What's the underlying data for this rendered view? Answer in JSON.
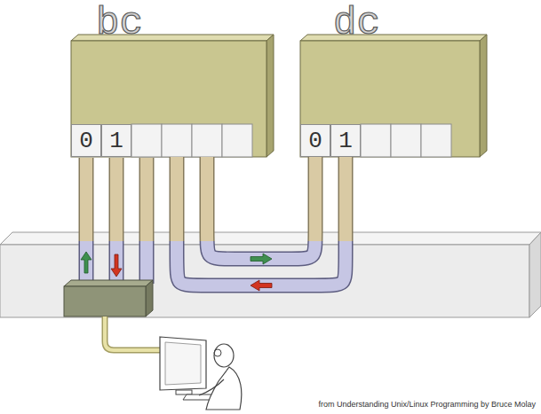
{
  "diagram": {
    "caption": "from Understanding Unix/Linux Programming by Bruce Molay",
    "nodes": [
      {
        "text": [
          "bc"
        ]
      },
      {
        "text": [
          "0"
        ],
        "in": 0
      },
      {
        "text": [
          "1"
        ],
        "in": 0
      },
      {
        "text": [
          "dc"
        ]
      },
      {
        "text": [
          "0"
        ],
        "in": 3
      },
      {
        "text": [
          "1"
        ],
        "in": 3
      }
    ],
    "edges": [
      {
        "from": 0,
        "to": 4,
        "arrow": "to"
      },
      {
        "from": 5,
        "to": 0,
        "arrow": "to"
      }
    ]
  }
}
